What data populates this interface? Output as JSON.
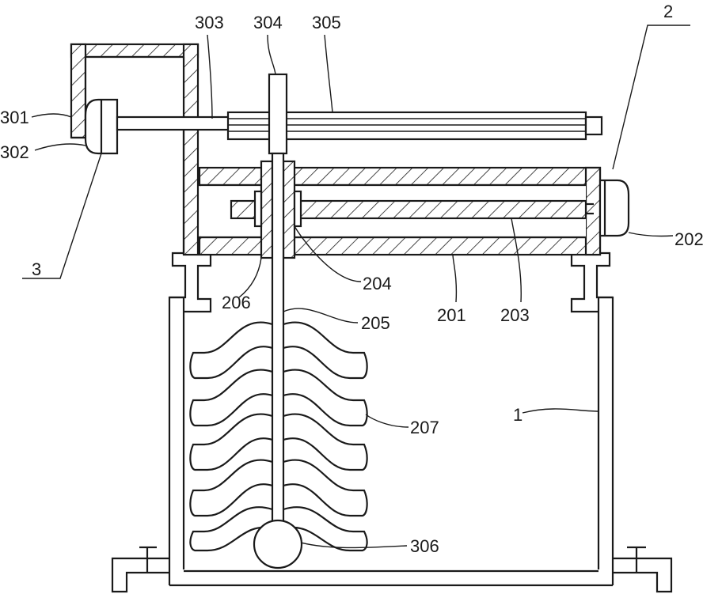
{
  "labels": {
    "l1": "1",
    "l2": "2",
    "l3": "3",
    "l201": "201",
    "l202": "202",
    "l203": "203",
    "l204": "204",
    "l205": "205",
    "l206": "206",
    "l207": "207",
    "l301": "301",
    "l302": "302",
    "l303": "303",
    "l304": "304",
    "l305": "305",
    "l306": "306"
  }
}
